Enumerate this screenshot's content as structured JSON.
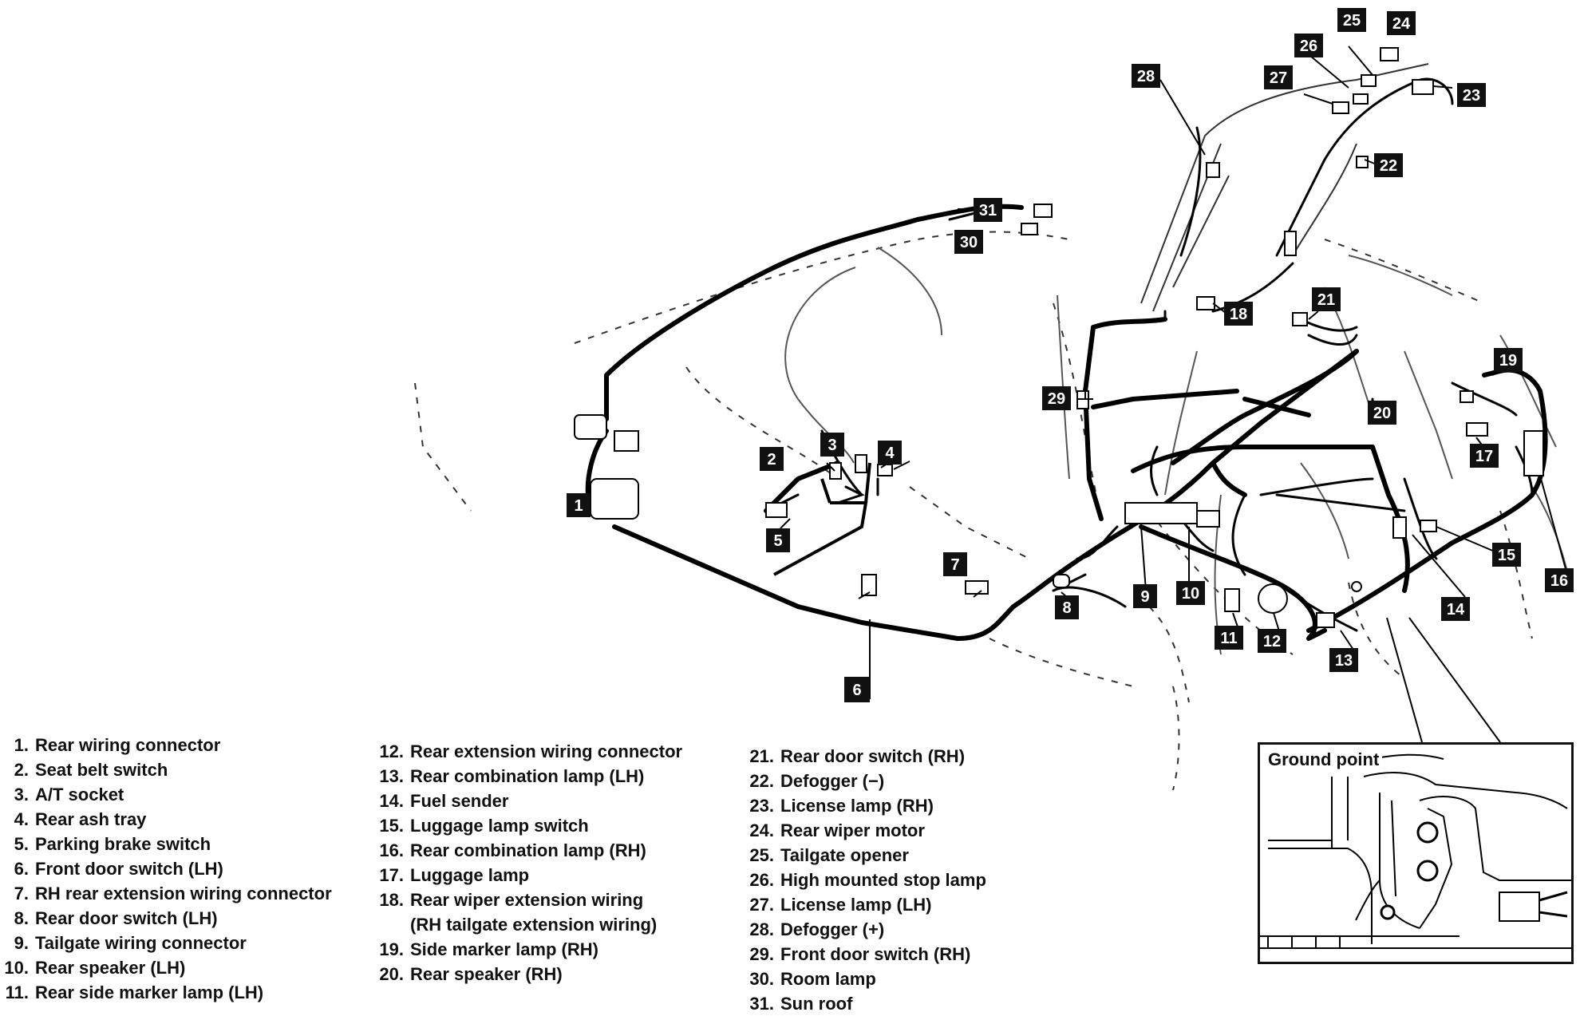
{
  "callouts": [
    "1",
    "2",
    "3",
    "4",
    "5",
    "6",
    "7",
    "8",
    "9",
    "10",
    "11",
    "12",
    "13",
    "14",
    "15",
    "16",
    "17",
    "18",
    "19",
    "20",
    "21",
    "22",
    "23",
    "24",
    "25",
    "26",
    "27",
    "28",
    "29",
    "30",
    "31"
  ],
  "legend": [
    {
      "num": "1.",
      "label": "Rear wiring connector"
    },
    {
      "num": "2.",
      "label": "Seat belt switch"
    },
    {
      "num": "3.",
      "label": "A/T socket"
    },
    {
      "num": "4.",
      "label": "Rear ash tray"
    },
    {
      "num": "5.",
      "label": "Parking brake switch"
    },
    {
      "num": "6.",
      "label": "Front door switch (LH)"
    },
    {
      "num": "7.",
      "label": "RH rear extension wiring connector"
    },
    {
      "num": "8.",
      "label": "Rear door switch (LH)"
    },
    {
      "num": "9.",
      "label": "Tailgate wiring connector"
    },
    {
      "num": "10.",
      "label": "Rear speaker (LH)"
    },
    {
      "num": "11.",
      "label": "Rear side marker lamp (LH)"
    },
    {
      "num": "12.",
      "label": "Rear extension wiring connector"
    },
    {
      "num": "13.",
      "label": "Rear combination lamp (LH)"
    },
    {
      "num": "14.",
      "label": "Fuel sender"
    },
    {
      "num": "15.",
      "label": "Luggage lamp switch"
    },
    {
      "num": "16.",
      "label": "Rear combination lamp (RH)"
    },
    {
      "num": "17.",
      "label": "Luggage lamp"
    },
    {
      "num": "18.",
      "label": "Rear wiper extension wiring"
    },
    {
      "num": "",
      "label": "(RH tailgate extension wiring)"
    },
    {
      "num": "19.",
      "label": "Side marker lamp (RH)"
    },
    {
      "num": "20.",
      "label": "Rear speaker (RH)"
    },
    {
      "num": "21.",
      "label": "Rear door switch (RH)"
    },
    {
      "num": "22.",
      "label": "Defogger (−)"
    },
    {
      "num": "23.",
      "label": "License lamp (RH)"
    },
    {
      "num": "24.",
      "label": "Rear wiper motor"
    },
    {
      "num": "25.",
      "label": "Tailgate opener"
    },
    {
      "num": "26.",
      "label": "High mounted stop lamp"
    },
    {
      "num": "27.",
      "label": "License lamp (LH)"
    },
    {
      "num": "28.",
      "label": "Defogger (+)"
    },
    {
      "num": "29.",
      "label": "Front door switch (RH)"
    },
    {
      "num": "30.",
      "label": "Room lamp"
    },
    {
      "num": "31.",
      "label": "Sun roof"
    }
  ],
  "inset": {
    "title": "Ground point"
  }
}
